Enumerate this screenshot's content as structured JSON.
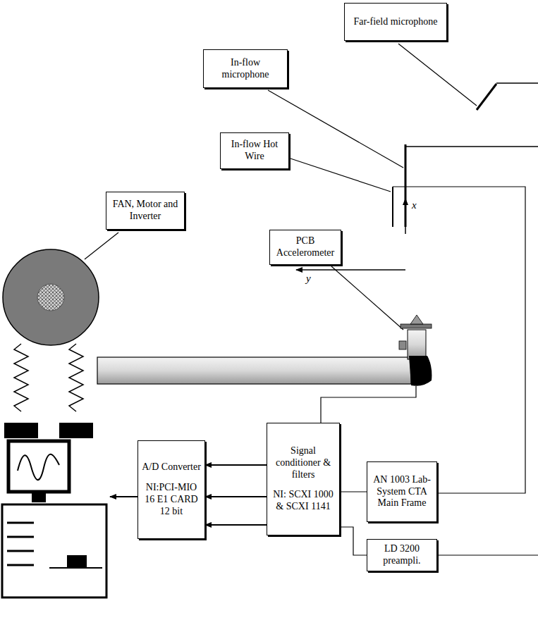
{
  "diagram": {
    "nodes": [
      {
        "text": [
          "Far-field microphone"
        ]
      },
      {
        "text": [
          "In-flow microphone"
        ]
      },
      {
        "text": [
          "In-flow Hot Wire"
        ]
      },
      {
        "text": [
          "FAN, Motor and Inverter"
        ]
      },
      {
        "text": [
          "PCB Accelerometer"
        ]
      },
      {
        "text": [
          "A/D Converter",
          "NI:PCI-MIO 16 E1 CARD 12 bit"
        ]
      },
      {
        "text": [
          "Signal conditioner & filters",
          "NI: SCXI 1000 & SCXI 1141"
        ]
      },
      {
        "text": [
          "AN 1003 Lab-System CTA Main Frame"
        ]
      },
      {
        "text": [
          "LD 3200 preampli."
        ]
      }
    ],
    "edges": [
      {
        "from": 6,
        "to": 5,
        "arrow": "to"
      },
      {
        "from": 6,
        "to": 5,
        "arrow": "to"
      },
      {
        "from": 6,
        "to": 5,
        "arrow": "to"
      },
      {
        "from": 7,
        "to": 6,
        "arrow": "none"
      },
      {
        "from": 8,
        "to": 6,
        "arrow": "none"
      }
    ],
    "labels": [
      "x",
      "y"
    ]
  }
}
